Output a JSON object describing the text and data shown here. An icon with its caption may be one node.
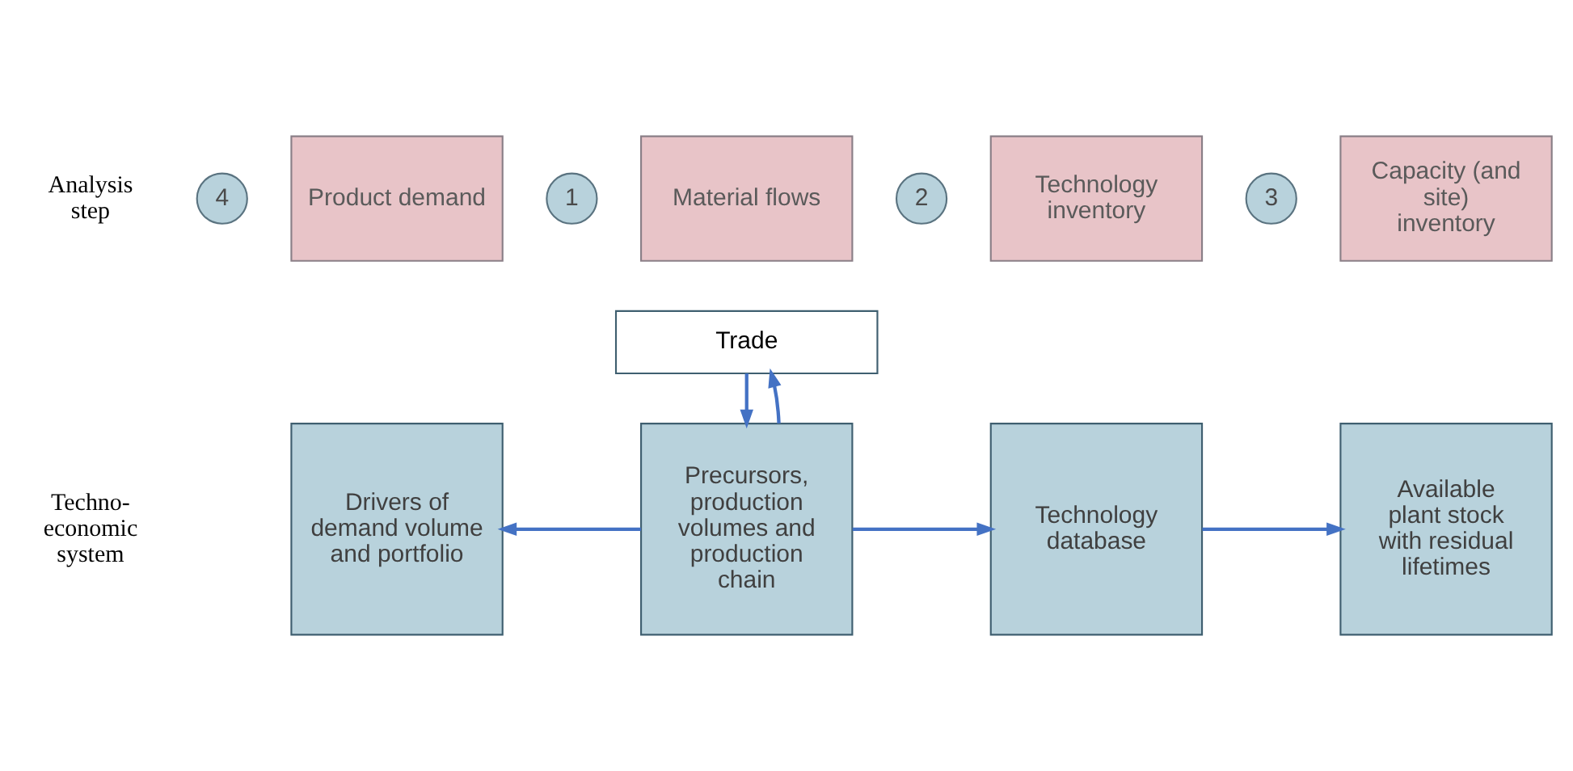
{
  "diagram": {
    "nodes": [
      {
        "text": [
          "4"
        ]
      },
      {
        "text": [
          "Product demand"
        ]
      },
      {
        "text": [
          "1"
        ]
      },
      {
        "text": [
          "Material flows"
        ]
      },
      {
        "text": [
          "2"
        ]
      },
      {
        "text": [
          "Technology inventory"
        ]
      },
      {
        "text": [
          "3"
        ]
      },
      {
        "text": [
          "Capacity (and site) inventory"
        ]
      },
      {
        "text": [
          "Trade"
        ]
      },
      {
        "text": [
          "Drivers of demand volume and portfolio"
        ]
      },
      {
        "text": [
          "Precursors, production volumes and production chain"
        ]
      },
      {
        "text": [
          "Technology database"
        ]
      },
      {
        "text": [
          "Available plant stock with residual lifetimes"
        ]
      }
    ],
    "edges": [
      {
        "from": 8,
        "to": 10,
        "arrow": "to"
      },
      {
        "from": 10,
        "to": 8,
        "arrow": "to"
      },
      {
        "from": 10,
        "to": 9,
        "arrow": "to"
      },
      {
        "from": 10,
        "to": 11,
        "arrow": "to"
      },
      {
        "from": 11,
        "to": 12,
        "arrow": "to"
      }
    ],
    "labels": [
      "Analysis step",
      "Techno- economic system"
    ]
  }
}
